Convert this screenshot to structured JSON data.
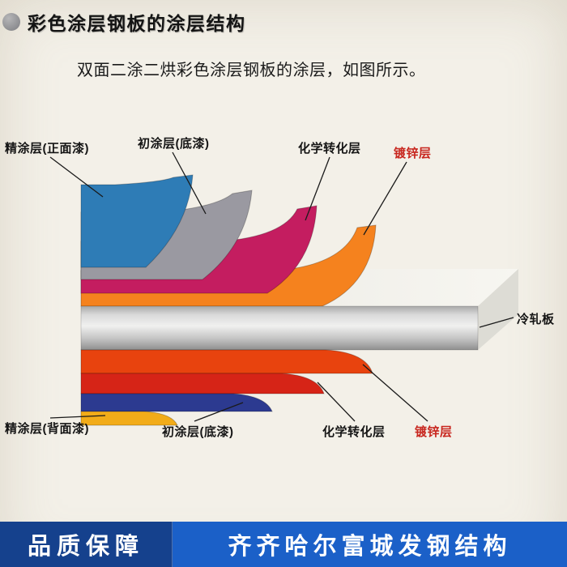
{
  "header": {
    "title": "彩色涂层钢板的涂层结构",
    "subtitle": "双面二涂二烘彩色涂层钢板的涂层，如图所示。"
  },
  "diagram": {
    "labels": {
      "top_fine_coat": "精涂层(正面漆)",
      "top_primer": "初涂层(底漆)",
      "top_chemical": "化学转化层",
      "top_galvanized": "镀锌层",
      "cold_rolled_plate": "冷轧板",
      "bottom_fine_coat": "精涂层(背面漆)",
      "bottom_primer": "初涂层(底漆)",
      "bottom_chemical": "化学转化层",
      "bottom_galvanized": "镀锌层"
    },
    "layer_colors": {
      "fine_coat_top": "#2e7cb6",
      "primer_top": "#9a99a1",
      "chemical_top": "#c41d60",
      "galvanized_top": "#f5821e",
      "steel_face": "#c7c7c7",
      "steel_top": "#efeee8",
      "galvanized_bottom": "#e8430e",
      "chemical_bottom": "#d62417",
      "primer_bottom": "#2c3a90",
      "fine_coat_bottom": "#f2ac19"
    },
    "label_accent_color": "#c8271f"
  },
  "footer": {
    "left_text": "品质保障",
    "right_text": "齐齐哈尔富城发钢结构",
    "left_bg": "#15418d",
    "right_bg": "#1b60c8",
    "text_color": "#ffffff"
  }
}
